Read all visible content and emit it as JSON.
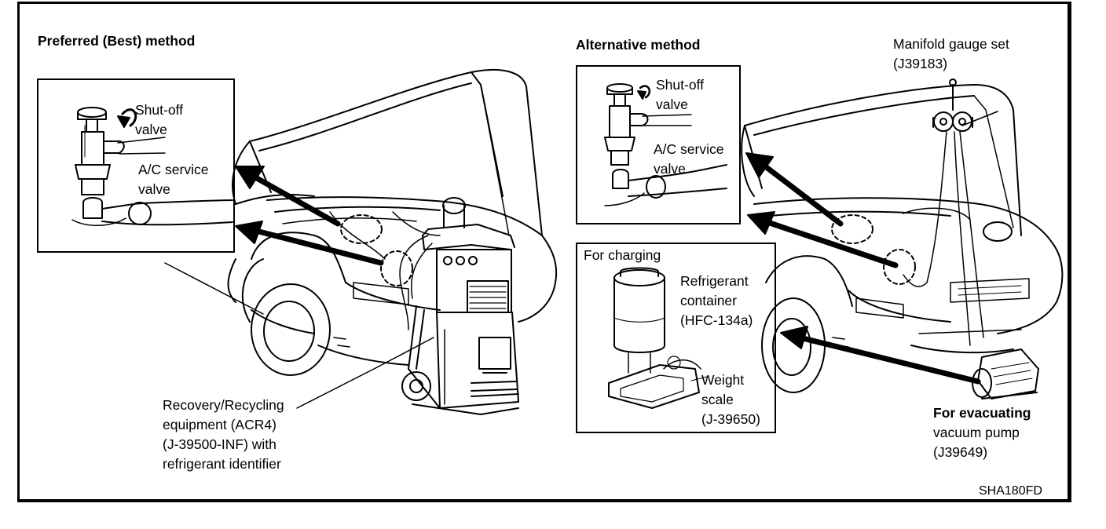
{
  "headings": {
    "preferred": "Preferred (Best) method",
    "alternative": "Alternative method"
  },
  "preferred_inset": {
    "shutoff_line1": "Shut-off",
    "shutoff_line2": "valve",
    "service_line1": "A/C service",
    "service_line2": "valve"
  },
  "alternative_inset": {
    "shutoff_line1": "Shut-off",
    "shutoff_line2": "valve",
    "service_line1": "A/C service",
    "service_line2": "valve"
  },
  "charging_inset": {
    "title": "For charging",
    "container_line1": "Refrigerant",
    "container_line2": "container",
    "container_line3": "(HFC-134a)",
    "scale_line1": "Weight",
    "scale_line2": "scale",
    "scale_line3": "(J-39650)"
  },
  "recovery_label": {
    "line1": "Recovery/Recycling",
    "line2": "equipment (ACR4)",
    "line3": "(J-39500-INF) with",
    "line4": "refrigerant identifier"
  },
  "manifold_label": {
    "line1": "Manifold gauge set",
    "line2": "(J39183)"
  },
  "vacuum_label": {
    "line1": "For evacuating",
    "line2": "vacuum pump",
    "line3": "(J39649)"
  },
  "figure_id": "SHA180FD"
}
